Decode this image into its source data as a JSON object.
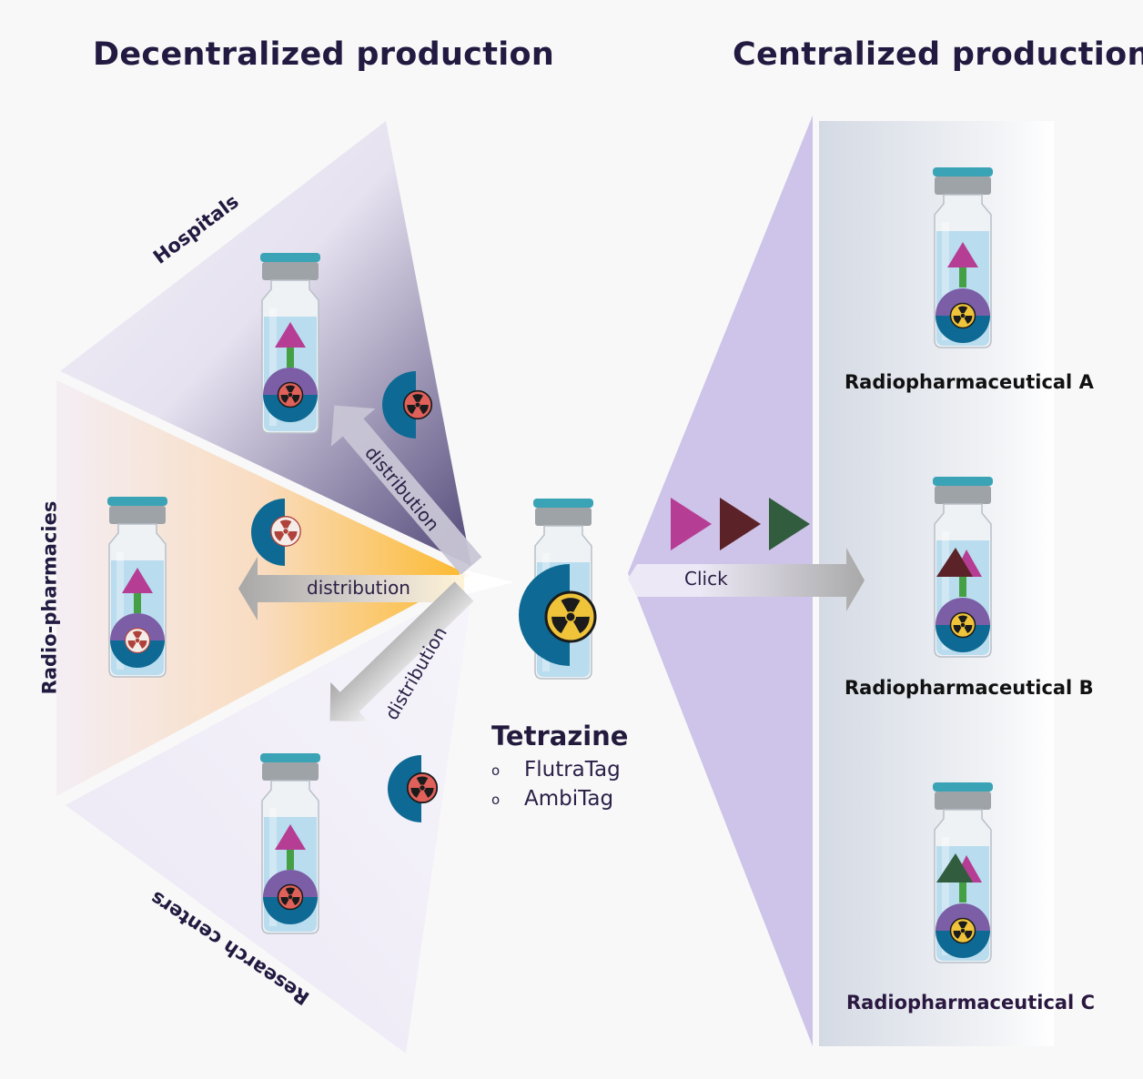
{
  "headings": {
    "left": "Decentralized production",
    "right": "Centralized production"
  },
  "decentralized": {
    "sites": [
      {
        "label": "Hospitals",
        "color_theme": "#5a4f80"
      },
      {
        "label": "Radio-pharmacies",
        "color_theme": "#fbbd3a"
      },
      {
        "label": "Research centers",
        "color_theme": "#ece8f6"
      }
    ],
    "arrows": [
      {
        "label": "distribution",
        "direction": "to-hospitals"
      },
      {
        "label": "distribution",
        "direction": "to-radio-pharmacies"
      },
      {
        "label": "distribution",
        "direction": "to-research-centers"
      }
    ]
  },
  "center": {
    "title": "Tetrazine",
    "items": [
      {
        "bullet": "o",
        "label": "FlutraTag"
      },
      {
        "bullet": "o",
        "label": "AmbiTag"
      }
    ]
  },
  "centralized": {
    "click_label": "Click",
    "triangles": [
      {
        "name": "magenta-triangle",
        "color": "#b63d94"
      },
      {
        "name": "maroon-triangle",
        "color": "#5b2327"
      },
      {
        "name": "green-triangle",
        "color": "#315c3d"
      }
    ],
    "products": [
      {
        "label": "Radiopharmaceutical A",
        "targets": [
          "#b63d94"
        ]
      },
      {
        "label": "Radiopharmaceutical B",
        "targets": [
          "#5b2327",
          "#b63d94"
        ]
      },
      {
        "label": "Radiopharmaceutical C",
        "targets": [
          "#315c3d",
          "#b63d94"
        ]
      }
    ]
  },
  "colors": {
    "heading": "#221a40",
    "chelator_blue": "#0e6a94",
    "chelator_purple": "#7c5ea6",
    "linker_green": "#45a045",
    "radio_yellow": "#efc43a",
    "radio_red": "#e0605a",
    "fan_purple": "#cec3e8",
    "panel_gray": "#d6dce6"
  }
}
